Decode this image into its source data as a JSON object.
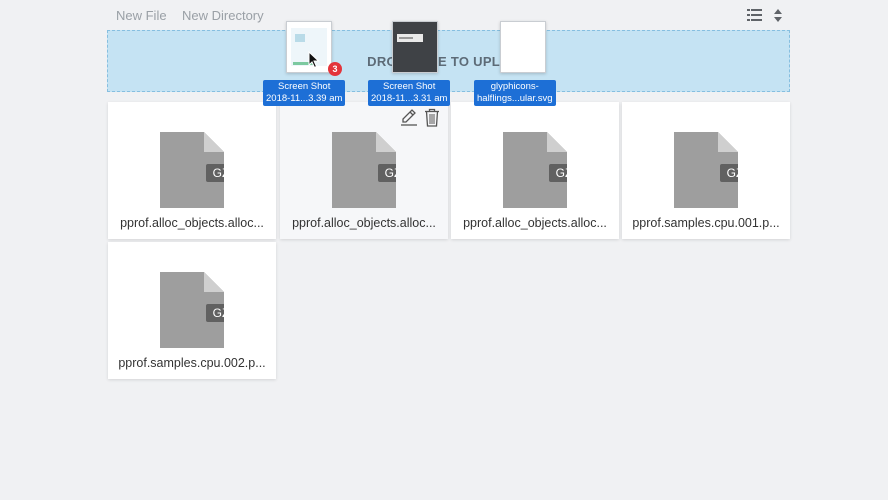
{
  "toolbar": {
    "new_file": "New File",
    "new_directory": "New Directory",
    "view_icon": "list-view-icon",
    "sort_icon": "sort-icon"
  },
  "dropzone": {
    "text": "DROP HERE TO UPLOAD"
  },
  "files": [
    {
      "name": "pprof.alloc_objects.alloc...",
      "type": "GZ"
    },
    {
      "name": "pprof.alloc_objects.alloc...",
      "type": "GZ"
    },
    {
      "name": "pprof.alloc_objects.alloc...",
      "type": "GZ"
    },
    {
      "name": "pprof.samples.cpu.001.p...",
      "type": "GZ"
    },
    {
      "name": "pprof.samples.cpu.002.p...",
      "type": "GZ"
    }
  ],
  "drag": {
    "count": "3",
    "items": [
      {
        "line1": "Screen Shot",
        "line2": "2018-11...3.39 am"
      },
      {
        "line1": "Screen Shot",
        "line2": "2018-11...3.31 am"
      },
      {
        "line1": "glyphicons-",
        "line2": "halflings...ular.svg"
      }
    ]
  },
  "colors": {
    "background": "#f0f1f3",
    "dropzone": "#c5e3f3",
    "file_icon": "#9e9e9e",
    "badge_bg": "#616161",
    "drag_label": "#1d6fd6",
    "count_badge": "#e3343b"
  }
}
